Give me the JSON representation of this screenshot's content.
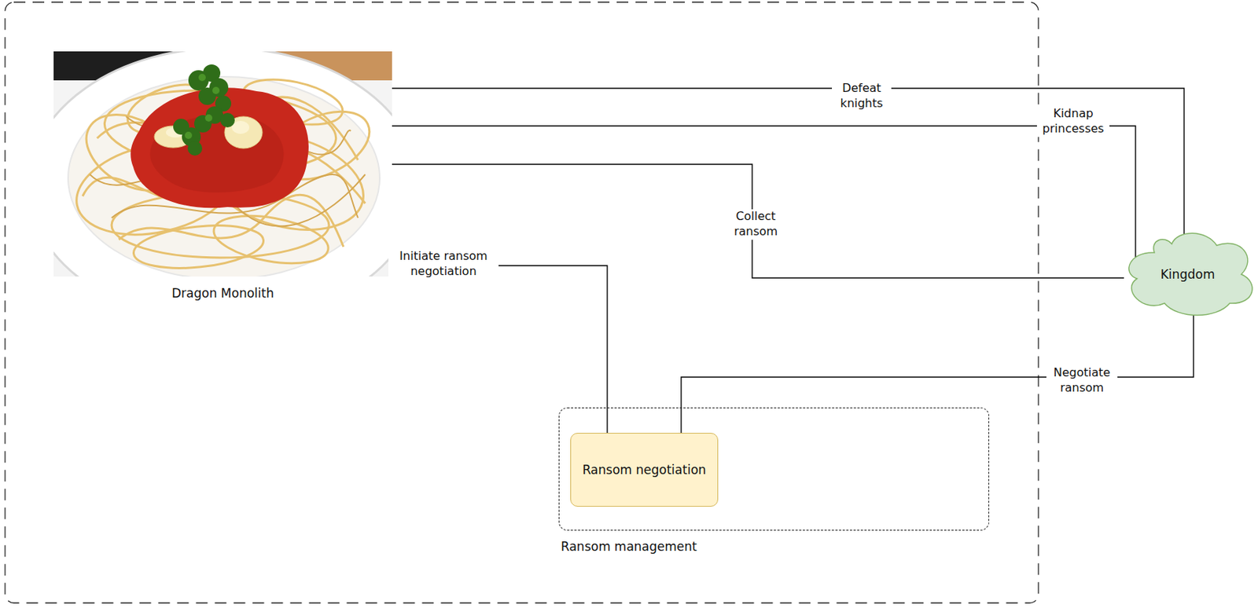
{
  "diagram": {
    "nodes": [
      {
        "text": [
          "Dragon Monolith"
        ]
      },
      {
        "text": [
          "Kingdom"
        ]
      },
      {
        "text": [
          "Ransom management"
        ]
      },
      {
        "text": [
          "Ransom negotiation"
        ],
        "in": 2
      }
    ],
    "edges": [
      {
        "from": 0,
        "to": 1,
        "label": "Defeat knights",
        "arrow": "none"
      },
      {
        "from": 0,
        "to": 1,
        "label": "Kidnap princesses",
        "arrow": "none"
      },
      {
        "from": 0,
        "to": 1,
        "label": "Collect ransom",
        "arrow": "none"
      },
      {
        "from": 0,
        "to": 3,
        "label": "Initiate ransom negotiation",
        "arrow": "none"
      },
      {
        "from": 3,
        "to": 1,
        "label": "Negotiate ransom",
        "arrow": "none"
      }
    ]
  }
}
